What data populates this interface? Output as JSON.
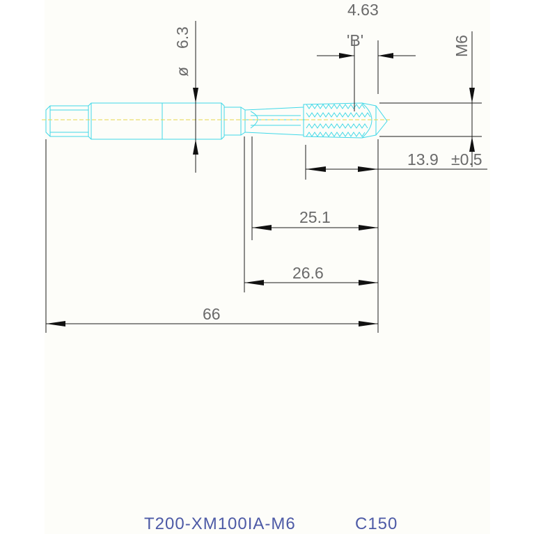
{
  "dimensions": {
    "thread_pitch_len": "4.63",
    "detail_label": "'B'",
    "thread_size": "M6",
    "shank_diameter_symbol": "ø",
    "shank_diameter": "6.3",
    "length_13_9": "13.9",
    "tolerance": "±0.5",
    "length_25_1": "25.1",
    "length_26_6": "26.6",
    "overall_length": "66"
  },
  "title_block": {
    "part_number": "T200-XM100IA-M6",
    "code": "C150"
  },
  "colors": {
    "outline": "#40d8e8",
    "centerline": "#e8d84a",
    "dimension": "#1a1a1a",
    "title": "#4d5aa6"
  }
}
